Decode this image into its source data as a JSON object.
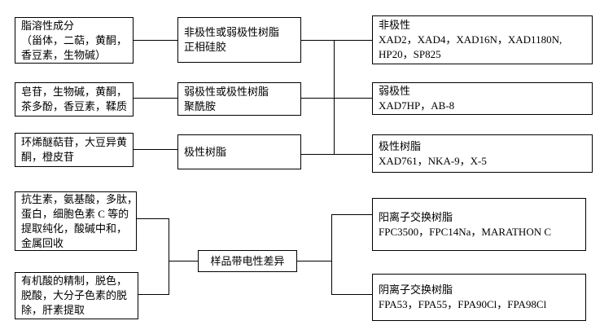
{
  "diagram": {
    "title_hint": "树脂选择流程图",
    "colors": {
      "background": "#ffffff",
      "box_border": "#000000",
      "connector": "#000000",
      "text": "#000000"
    },
    "top": {
      "left": [
        {
          "lines": [
            "脂溶性成分",
            "（甾体，二萜，黄酮，",
            "香豆素，生物碱）"
          ]
        },
        {
          "lines": [
            "皂苷，生物碱，黄酮，",
            "茶多酚，香豆素，鞣质"
          ]
        },
        {
          "lines": [
            "环烯醚萜苷，大豆异黄",
            "酮，橙皮苷"
          ]
        }
      ],
      "middle": [
        {
          "lines": [
            "非极性或弱极性树脂",
            "正相硅胶"
          ]
        },
        {
          "lines": [
            "弱极性或极性树脂",
            "聚酰胺"
          ]
        },
        {
          "lines": [
            "极性树脂"
          ]
        }
      ],
      "right": [
        {
          "lines": [
            "非极性",
            "XAD2，XAD4，XAD16N，XAD1180N,",
            "HP20，SP825"
          ]
        },
        {
          "lines": [
            "弱极性",
            "XAD7HP，AB-8"
          ]
        },
        {
          "lines": [
            "极性树脂",
            "XAD761，NKA-9，X-5"
          ]
        }
      ]
    },
    "bottom": {
      "left": [
        {
          "lines": [
            "抗生素，氨基酸，多肽，",
            "蛋白，细胞色素 C 等的",
            "提取纯化，酸碱中和，",
            "金属回收"
          ]
        },
        {
          "lines": [
            "有机酸的精制，脱色，",
            "脱酸，大分子色素的脱",
            "除，肝素提取"
          ]
        }
      ],
      "center": {
        "lines": [
          "样品带电性差异"
        ]
      },
      "right": [
        {
          "lines": [
            "阳离子交换树脂",
            "FPC3500，FPC14Na，MARATHON C"
          ]
        },
        {
          "lines": [
            "阴离子交换树脂",
            "FPA53，FPA55，FPA90Cl，FPA98Cl"
          ]
        }
      ]
    }
  }
}
